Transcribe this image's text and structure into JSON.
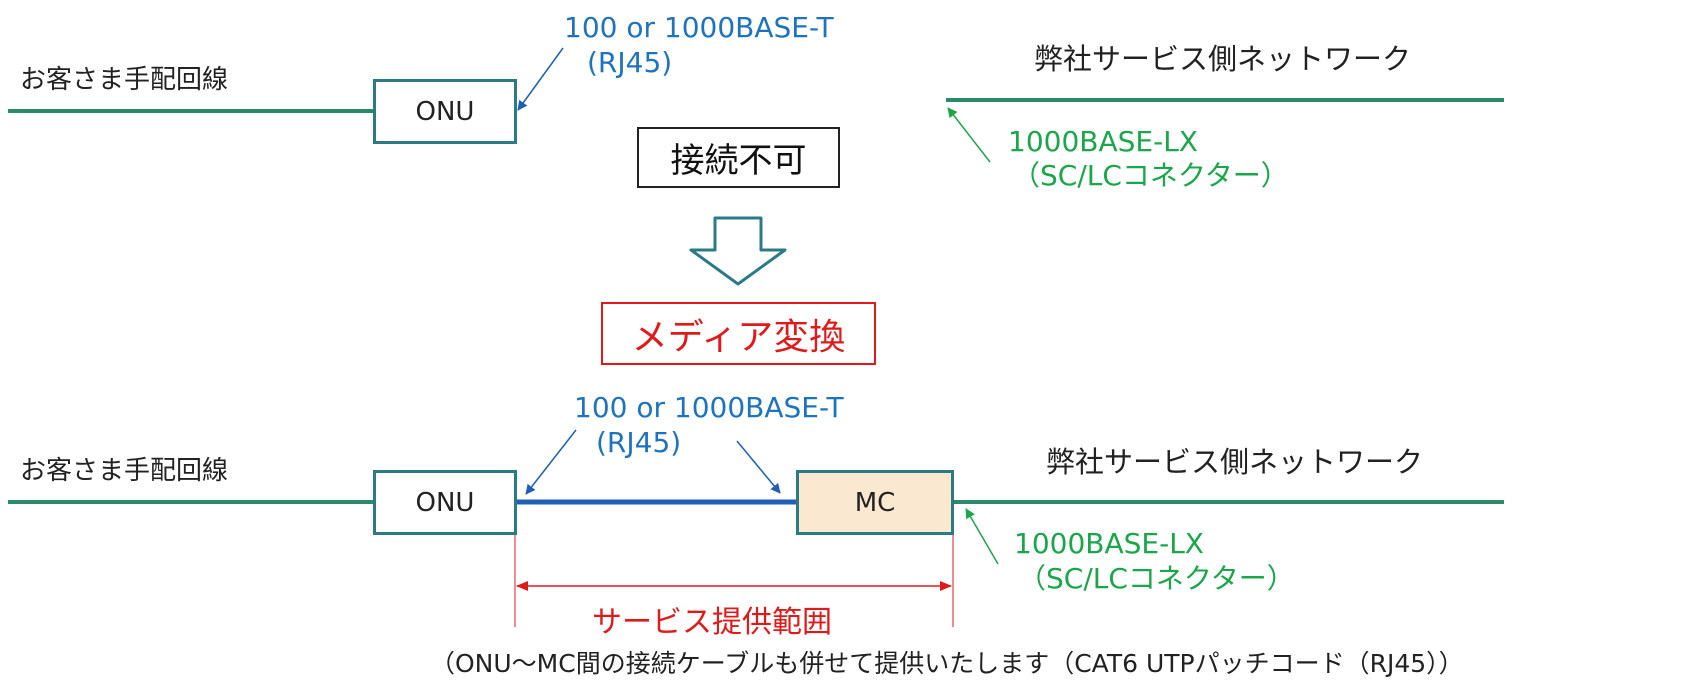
{
  "top": {
    "customer_line_label": "お客さま手配回線",
    "onu_label": "ONU",
    "copper_label_line1": "100 or 1000BASE-T",
    "copper_label_line2": "(RJ45)",
    "network_label": "弊社サービス側ネットワーク",
    "fiber_label_line1": "1000BASE-LX",
    "fiber_label_line2": "（SC/LCコネクター）",
    "status_label": "接続不可"
  },
  "transition": {
    "label": "メディア変換"
  },
  "bottom": {
    "customer_line_label": "お客さま手配回線",
    "onu_label": "ONU",
    "mc_label": "MC",
    "copper_label_line1": "100 or 1000BASE-T",
    "copper_label_line2": "(RJ45)",
    "network_label": "弊社サービス側ネットワーク",
    "fiber_label_line1": "1000BASE-LX",
    "fiber_label_line2": "（SC/LCコネクター）",
    "service_scope_label": "サービス提供範囲",
    "note": "（ONU～MC間の接続ケーブルも併せて提供いたします（CAT6 UTPパッチコード（RJ45））"
  },
  "colors": {
    "line_green": "#2a8a6a",
    "line_blue": "#1f5fb8",
    "box_border": "#2b7b86",
    "mc_fill": "#fbe8d0",
    "label_blue": "#1e73be",
    "label_green": "#1aa64a",
    "accent_red": "#e01a1a"
  }
}
